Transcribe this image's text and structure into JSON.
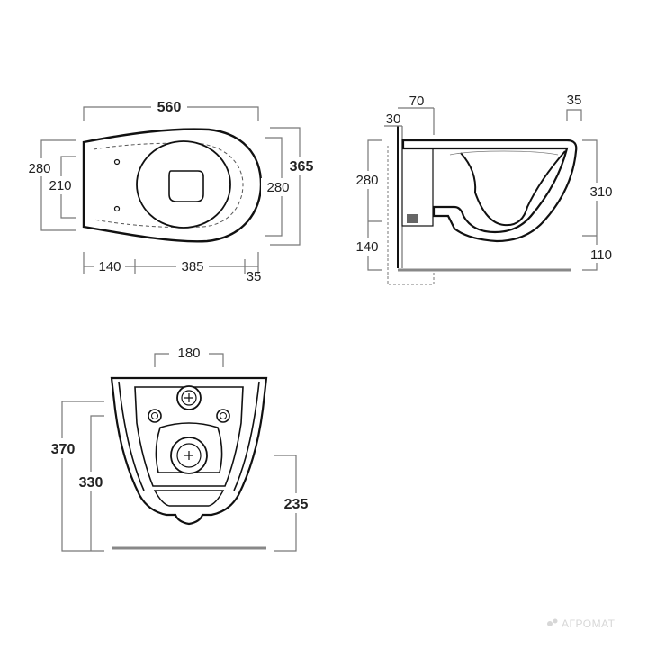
{
  "top_view": {
    "length": "560",
    "width_outer": "365",
    "width_mid": "280",
    "mount_height_outer": "280",
    "mount_height_inner": "210",
    "rear_offset": "140",
    "hole_span": "385",
    "front_offset": "35"
  },
  "side_view": {
    "wall_offset": "70",
    "pipe_offset": "30",
    "rim_setback": "35",
    "upper_height": "280",
    "lower_height": "140",
    "bowl_height": "310",
    "floor_gap": "110"
  },
  "back_view": {
    "hole_span": "180",
    "total_height": "370",
    "mid_height": "330",
    "outlet_height": "235"
  },
  "watermark": "АГРОМАТ"
}
